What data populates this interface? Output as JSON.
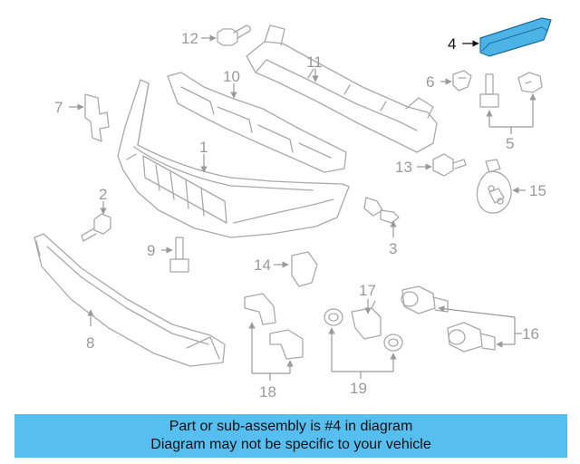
{
  "diagram": {
    "callouts": [
      "1",
      "2",
      "3",
      "4",
      "5",
      "6",
      "7",
      "8",
      "9",
      "10",
      "11",
      "12",
      "13",
      "14",
      "15",
      "16",
      "17",
      "18",
      "19"
    ],
    "highlighted_part": "4",
    "highlight_color": "#4bb3e6",
    "line_color": "#a9a9a9"
  },
  "banner": {
    "line1": "Part or sub-assembly is #4 in diagram",
    "line2": "Diagram may not be specific to your vehicle",
    "background": "#56bff0"
  }
}
